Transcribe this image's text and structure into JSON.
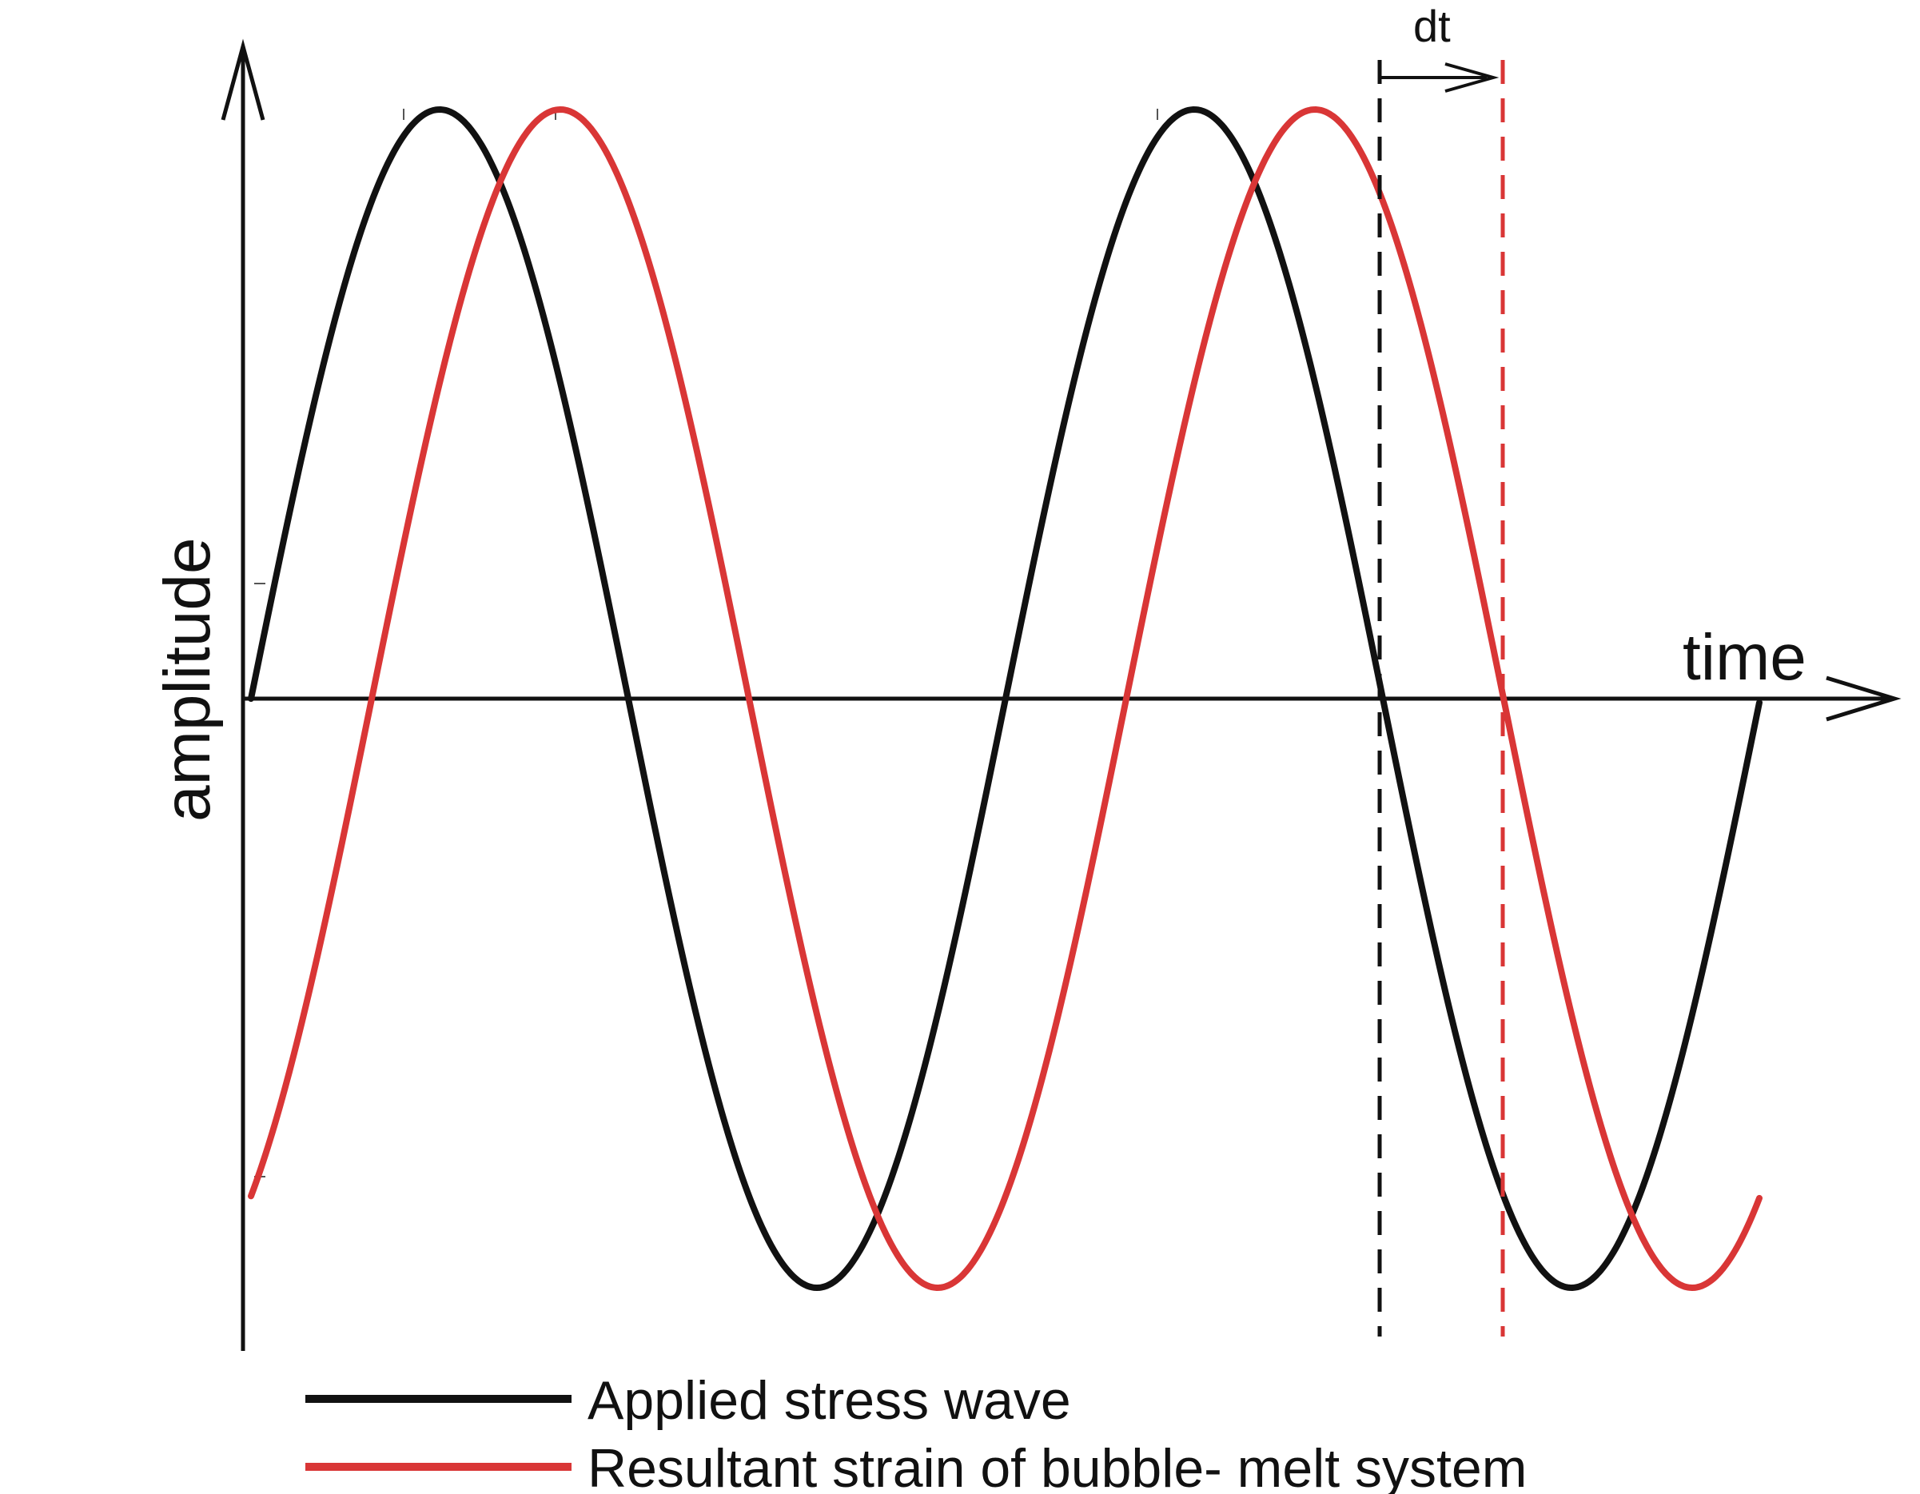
{
  "axes": {
    "x_label": "time",
    "y_label": "amplitude"
  },
  "annotation": {
    "delta_label": "dt"
  },
  "legend": {
    "items": [
      {
        "label": "Applied stress wave",
        "color": "#111111"
      },
      {
        "label": "Resultant strain of bubble- melt system",
        "color": "#d93636"
      }
    ]
  },
  "waves": {
    "stress": {
      "color": "#111111",
      "cycles": 2,
      "phase_offset": 0
    },
    "strain": {
      "color": "#d93636",
      "cycles": 2,
      "phase_offset": 0.16
    }
  }
}
